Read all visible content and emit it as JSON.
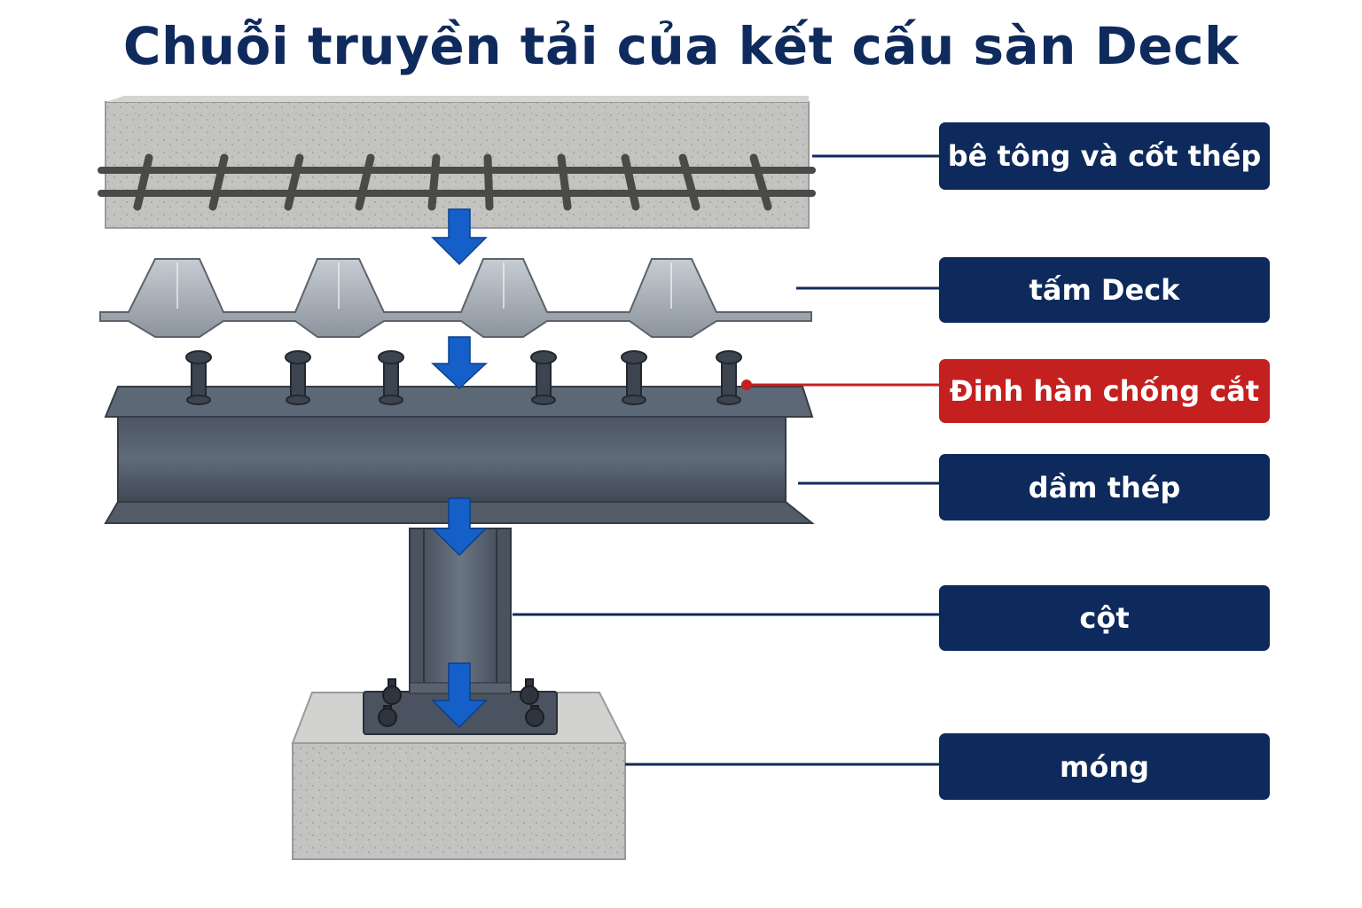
{
  "title": "Chuỗi truyền tải của kết cấu sàn Deck",
  "colors": {
    "title": "#0f2a5c",
    "label_navy": "#0e2a5c",
    "label_red": "#c4201f",
    "arrow": "#1560c8",
    "concrete": "#bfbfbf",
    "steel": "#566170",
    "deck": "#a9b1ba"
  },
  "labels": [
    {
      "id": "concrete",
      "text": "bê tông và cốt thép",
      "color": "navy"
    },
    {
      "id": "deck",
      "text": "tấm Deck",
      "color": "navy"
    },
    {
      "id": "studs",
      "text": "Đinh hàn chống cắt",
      "color": "red"
    },
    {
      "id": "beam",
      "text": "dầm thép",
      "color": "navy"
    },
    {
      "id": "column",
      "text": "cột",
      "color": "navy"
    },
    {
      "id": "foundation",
      "text": "móng",
      "color": "navy"
    }
  ]
}
